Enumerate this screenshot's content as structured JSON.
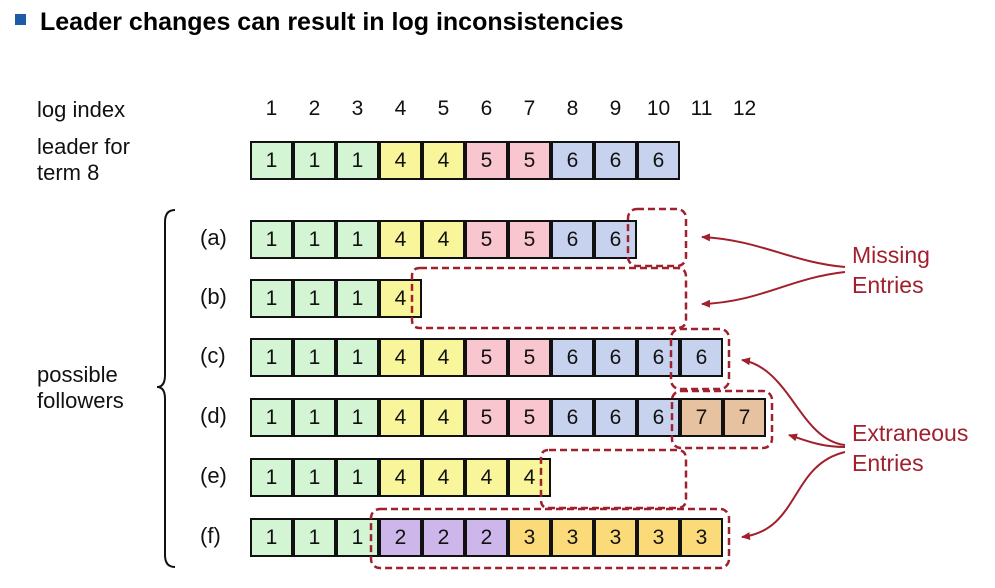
{
  "title": "Leader changes can result in log inconsistencies",
  "labels": {
    "log_index": "log index",
    "leader_line1": "leader for",
    "leader_line2": "term 8",
    "followers_line1": "possible",
    "followers_line2": "followers"
  },
  "log_indices": [
    "1",
    "2",
    "3",
    "4",
    "5",
    "6",
    "7",
    "8",
    "9",
    "10",
    "11",
    "12"
  ],
  "leader_log": [
    1,
    1,
    1,
    4,
    4,
    5,
    5,
    6,
    6,
    6
  ],
  "followers": [
    {
      "label": "(a)",
      "entries": [
        1,
        1,
        1,
        4,
        4,
        5,
        5,
        6,
        6
      ]
    },
    {
      "label": "(b)",
      "entries": [
        1,
        1,
        1,
        4
      ]
    },
    {
      "label": "(c)",
      "entries": [
        1,
        1,
        1,
        4,
        4,
        5,
        5,
        6,
        6,
        6,
        6
      ]
    },
    {
      "label": "(d)",
      "entries": [
        1,
        1,
        1,
        4,
        4,
        5,
        5,
        6,
        6,
        6,
        7,
        7
      ]
    },
    {
      "label": "(e)",
      "entries": [
        1,
        1,
        1,
        4,
        4,
        4,
        4
      ]
    },
    {
      "label": "(f)",
      "entries": [
        1,
        1,
        1,
        2,
        2,
        2,
        3,
        3,
        3,
        3,
        3
      ]
    }
  ],
  "annotations": {
    "missing_line1": "Missing",
    "missing_line2": "Entries",
    "extraneous_line1": "Extraneous",
    "extraneous_line2": "Entries"
  },
  "term_colors": {
    "1": "#d4f5d4",
    "2": "#cdb6ea",
    "3": "#fbdb79",
    "4": "#f8f59b",
    "5": "#f9c5cf",
    "6": "#c7d3ee",
    "7": "#e7c2a0"
  },
  "annotation_color": "#a0202e"
}
